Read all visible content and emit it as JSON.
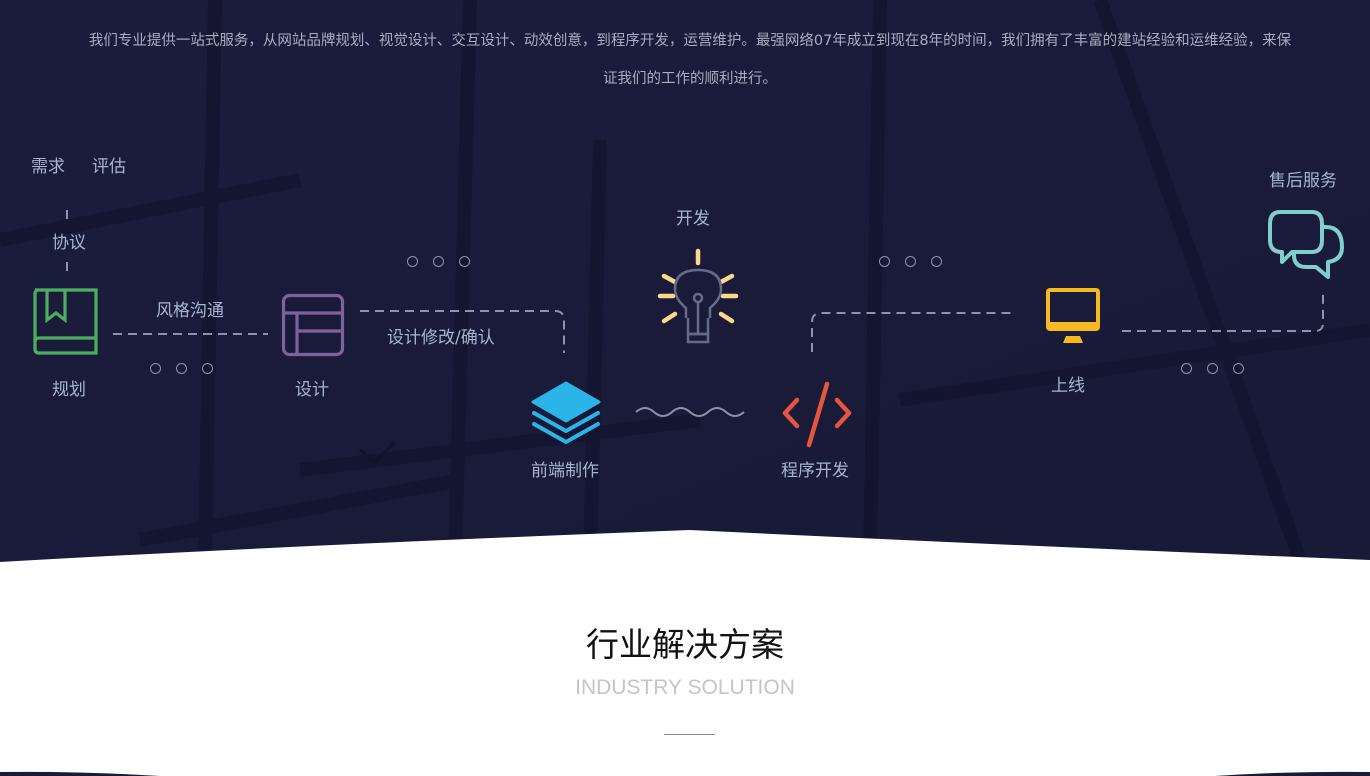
{
  "intro": {
    "line1": "我们专业提供一站式服务，从网站品牌规划、视觉设计、交互设计、动效创意，到程序开发，运营维护。最强网络07年成立到现在8年的时间，我们拥有了丰富的建站经验和运维经验，来保",
    "line2": "证我们的工作的顺利进行。"
  },
  "process": {
    "top_labels": {
      "demand": "需求",
      "evaluate": "评估",
      "agreement": "协议"
    },
    "steps": [
      {
        "id": "plan",
        "label": "规划",
        "icon": "book-bookmark-icon",
        "color": "#4caf5f"
      },
      {
        "id": "design",
        "label": "设计",
        "icon": "layout-icon",
        "color": "#7e6399"
      },
      {
        "id": "frontend",
        "label": "前端制作",
        "icon": "layers-icon",
        "color": "#2ab4e8"
      },
      {
        "id": "develop",
        "label": "开发",
        "icon": "lightbulb-icon",
        "color": "#fcd98a"
      },
      {
        "id": "programming",
        "label": "程序开发",
        "icon": "code-icon",
        "color": "#e8553f"
      },
      {
        "id": "launch",
        "label": "上线",
        "icon": "monitor-icon",
        "color": "#f5b922"
      },
      {
        "id": "aftersale",
        "label": "售后服务",
        "icon": "chat-bubbles-icon",
        "color": "#7fcfcc"
      }
    ],
    "connectors": {
      "style_comm": "风格沟通",
      "design_confirm": "设计修改/确认"
    }
  },
  "section": {
    "title": "行业解决方案",
    "subtitle": "INDUSTRY SOLUTION"
  }
}
